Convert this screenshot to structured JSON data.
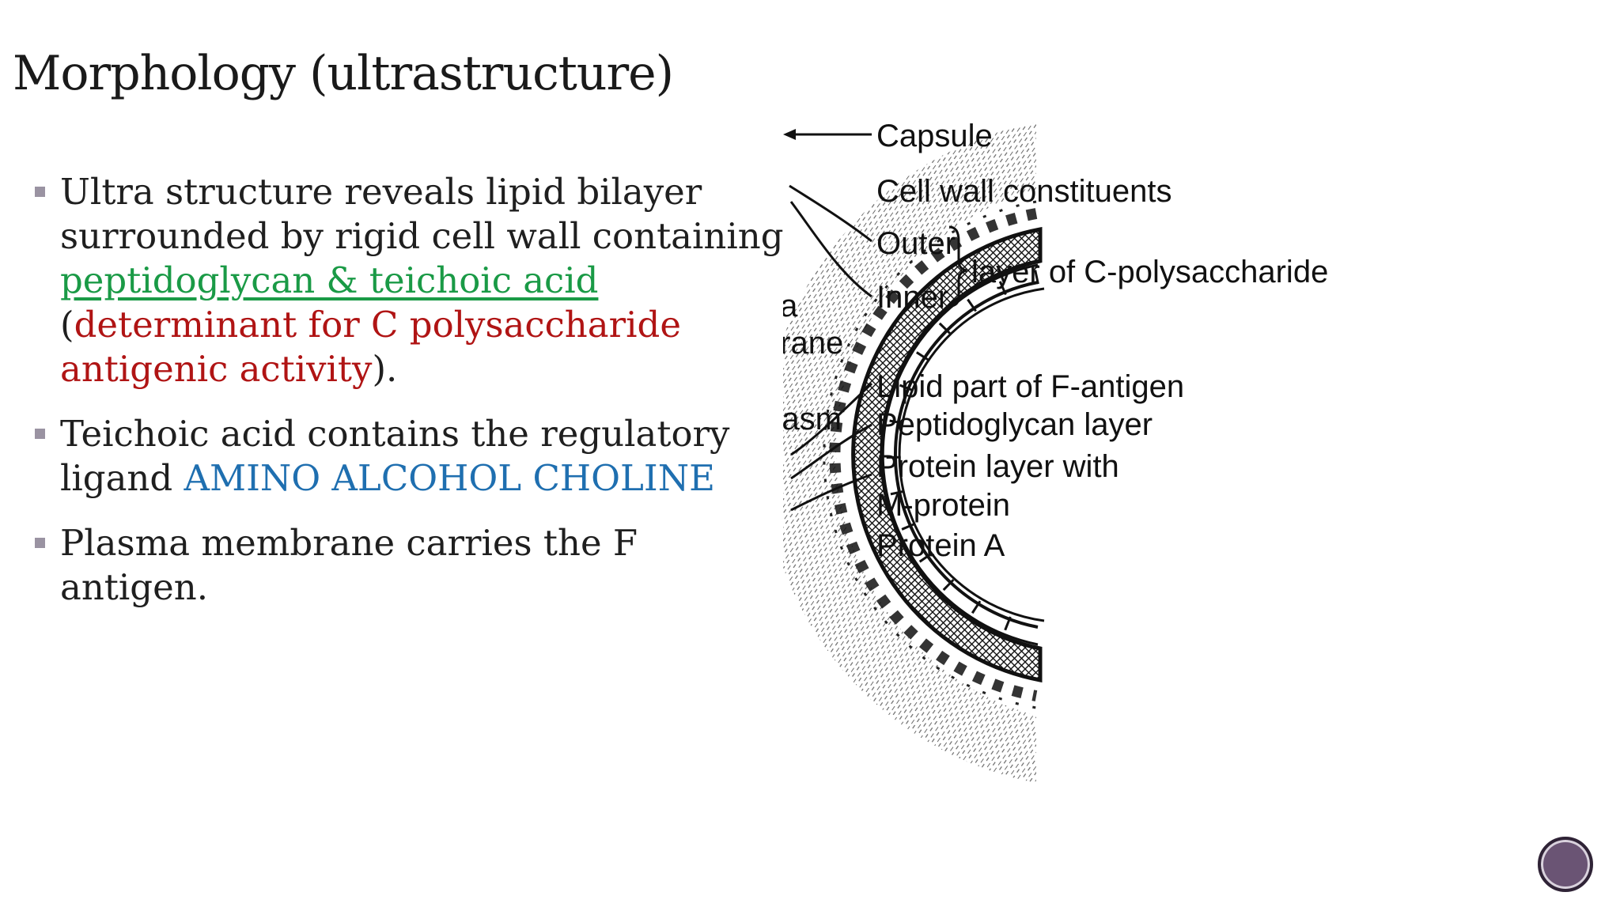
{
  "slide": {
    "title": "Morphology (ultrastructure)",
    "bullets": [
      {
        "parts": [
          {
            "text": "Ultra structure reveals lipid bilayer surrounded by rigid cell wall containing ",
            "style": "plain"
          },
          {
            "text": "peptidoglycan & teichoic acid ",
            "style": "green"
          },
          {
            "text": "(",
            "style": "plain"
          },
          {
            "text": "determinant for C polysaccharide antigenic activity",
            "style": "red"
          },
          {
            "text": ").",
            "style": "plain"
          }
        ]
      },
      {
        "parts": [
          {
            "text": "Teichoic acid contains the regulatory ligand ",
            "style": "plain"
          },
          {
            "text": "AMINO ALCOHOL CHOLINE",
            "style": "blue"
          }
        ]
      },
      {
        "parts": [
          {
            "text": "Plasma membrane carries the F antigen.",
            "style": "plain"
          }
        ]
      }
    ]
  },
  "diagram": {
    "labels": {
      "capsule": "Capsule",
      "cell_wall_constituents": "Cell wall constituents",
      "outer": "Outer",
      "inner": "Inner",
      "c_polysaccharide": "layer of C-polysaccharide",
      "plasma": "Plasma",
      "membrane": "membrane",
      "cytoplasm": "Cytoplasm",
      "lipid_f_antigen": "Lipid part of F-antigen",
      "peptidoglycan_layer": "Peptidoglycan layer",
      "protein_layer_with": "Protein layer with",
      "m_protein": "M-protein",
      "protein_a": "Protein A"
    }
  },
  "colors": {
    "text": "#1f1f1f",
    "green": "#1a9a46",
    "red": "#b01414",
    "blue": "#1f6fb0",
    "bullet": "#9a93a2",
    "nav_button": "#6a5474"
  }
}
